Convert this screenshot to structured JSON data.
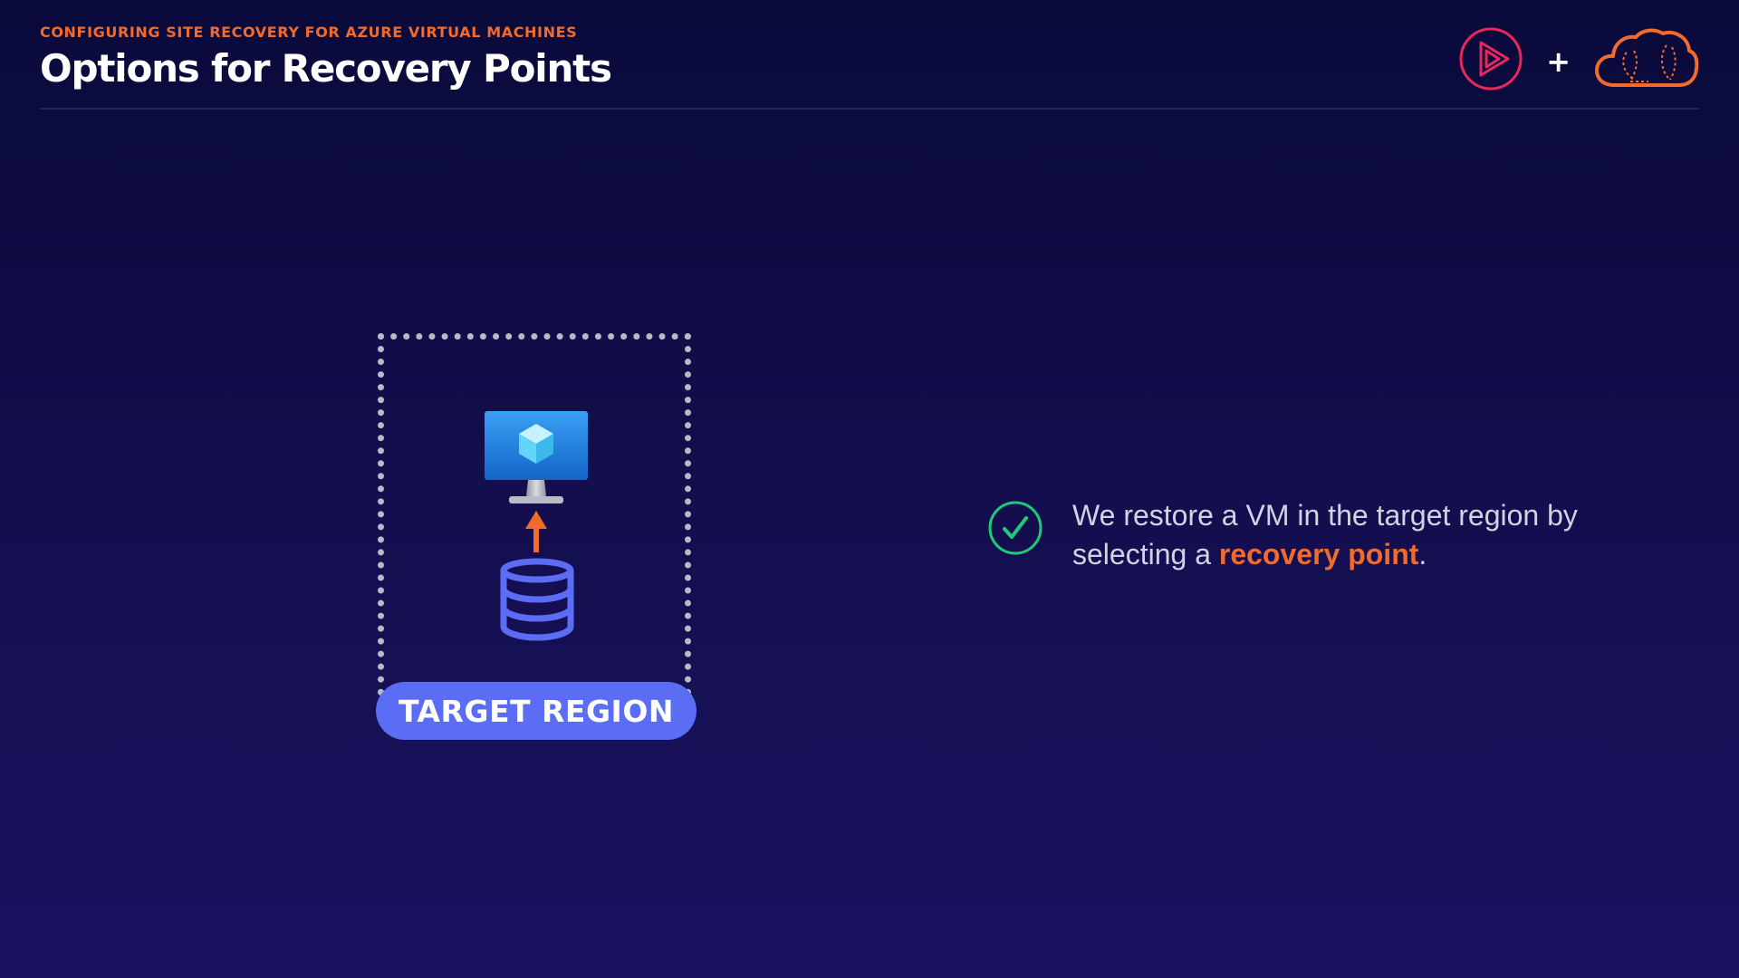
{
  "header": {
    "kicker": "CONFIGURING SITE RECOVERY FOR AZURE VIRTUAL MACHINES",
    "title": "Options for Recovery Points"
  },
  "logos": {
    "plus": "+",
    "left_icon": "play-circle-icon",
    "right_icon": "cloud-icon"
  },
  "diagram": {
    "region_label": "TARGET REGION",
    "vm_icon": "virtual-machine-icon",
    "arrow_icon": "arrow-up-icon",
    "db_icon": "database-icon"
  },
  "statement": {
    "icon": "check-circle-icon",
    "text_before": "We restore a VM in the target region by selecting a ",
    "highlight": "recovery point",
    "text_after": "."
  },
  "colors": {
    "accent_orange": "#f26b2c",
    "pill_blue": "#5b6cf5",
    "check_green": "#1fc97a",
    "play_red": "#e8285a",
    "background_top": "#090a3a",
    "background_bottom": "#1a1260"
  }
}
